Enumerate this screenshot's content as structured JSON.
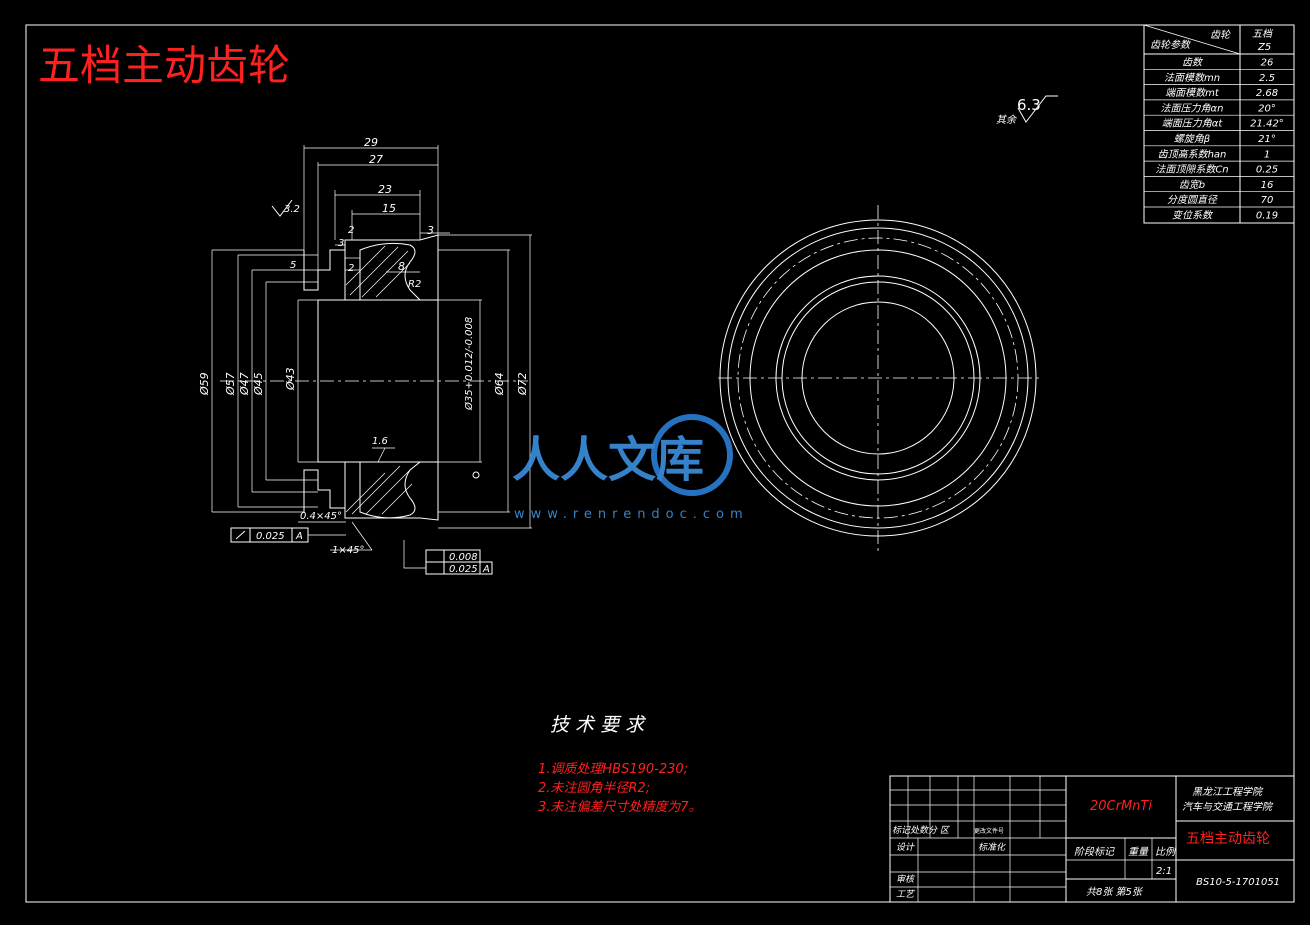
{
  "title": "五档主动齿轮",
  "gear_table": {
    "header_left": "齿轮参数",
    "header_right_top": "齿轮",
    "header_col_top": "五档",
    "header_col_sub": "Z5",
    "rows": [
      {
        "label": "齿数",
        "value": "26"
      },
      {
        "label": "法面模数mn",
        "value": "2.5"
      },
      {
        "label": "端面模数mt",
        "value": "2.68"
      },
      {
        "label": "法面压力角αn",
        "value": "20°"
      },
      {
        "label": "端面压力角αt",
        "value": "21.42°"
      },
      {
        "label": "螺旋角β",
        "value": "21°"
      },
      {
        "label": "齿顶高系数han",
        "value": "1"
      },
      {
        "label": "法面顶隙系数Cn",
        "value": "0.25"
      },
      {
        "label": "齿宽b",
        "value": "16"
      },
      {
        "label": "分度圆直径",
        "value": "70"
      },
      {
        "label": "变位系数",
        "value": "0.19"
      }
    ]
  },
  "roughness": {
    "label": "其余",
    "value": "6.3"
  },
  "dimensions": {
    "d29": "29",
    "d27": "27",
    "d23": "23",
    "d15": "15",
    "d3a": "3",
    "d3b": "3",
    "d2a": "2",
    "d2b": "2",
    "d8": "8",
    "r2": "R2",
    "rough32": "3.2",
    "rough16": "1.6",
    "angle5": "5",
    "phi59": "Ø59",
    "phi57": "Ø57",
    "phi47": "Ø47",
    "phi45": "Ø45",
    "phi43": "Ø43",
    "phi35": "Ø35+0.012/-0.008",
    "phi64": "Ø64",
    "phi72": "Ø72",
    "chamfer1": "0.4×45°",
    "chamfer2": "1×45°",
    "tol1": "0.025",
    "tol1_ref": "A",
    "tol2": "0.008",
    "tol3": "0.025",
    "tol3_ref": "A"
  },
  "watermark": {
    "brand": "人人文库",
    "url": "www.renrendoc.com"
  },
  "tech_req": {
    "heading": "技 术 要 求",
    "items": [
      "1.调质处理HBS190-230;",
      "2.未注圆角半径R2;",
      "3.未注偏差尺寸处精度为7。"
    ]
  },
  "title_block": {
    "material": "20CrMnTi",
    "school_line1": "黑龙江工程学院",
    "school_line2": "汽车与交通工程学院",
    "part_name": "五档主动齿轮",
    "row_marks": "标记处数分  区",
    "row_marks_b": "更改文件号",
    "design": "设计",
    "standard": "标准化",
    "stage_mark": "阶段标记",
    "weight": "重量",
    "scale": "比例",
    "scale_value": "2:1",
    "review": "审核",
    "process": "工艺",
    "sheets": "共8张   第5张",
    "drawing_no": "BS10-5-1701051"
  }
}
